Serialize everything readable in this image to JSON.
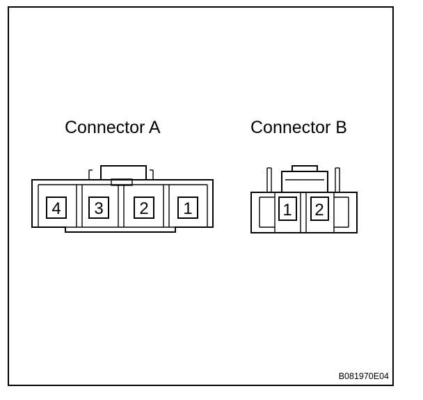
{
  "connector_a": {
    "title": "Connector A",
    "pins": [
      "4",
      "3",
      "2",
      "1"
    ]
  },
  "connector_b": {
    "title": "Connector B",
    "pins": [
      "1",
      "2"
    ]
  },
  "figure_code": "B081970E04"
}
